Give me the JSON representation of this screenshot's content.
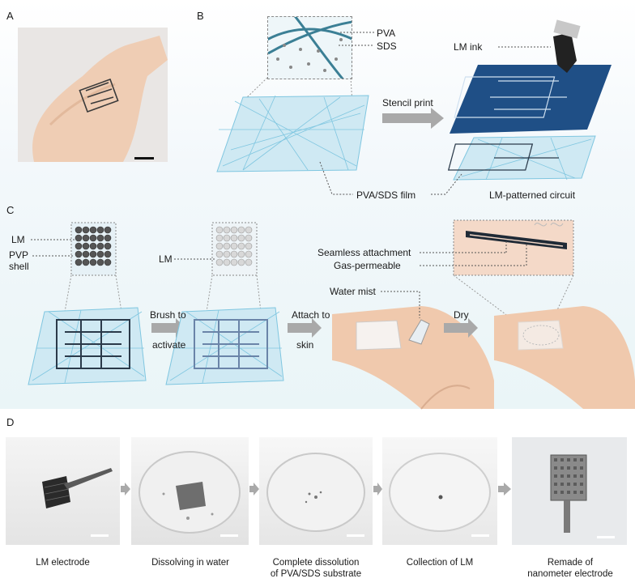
{
  "panels": {
    "a": "A",
    "b": "B",
    "c": "C",
    "d": "D"
  },
  "panel_b": {
    "pva": "PVA",
    "sds": "SDS",
    "lm_ink": "LM ink",
    "stencil_print": "Stencil print",
    "film": "PVA/SDS film",
    "circuit": "LM-patterned circuit"
  },
  "panel_c": {
    "lm_left": "LM",
    "pvp_line1": "PVP",
    "pvp_line2": "shell",
    "lm_mid": "LM",
    "brush_line1": "Brush to",
    "brush_line2": "activate",
    "attach_line1": "Attach to",
    "attach_line2": "skin",
    "seamless": "Seamless attachment",
    "gas": "Gas-permeable",
    "water_mist": "Water mist",
    "dry": "Dry"
  },
  "panel_d": {
    "captions": [
      {
        "line1": "LM electrode",
        "line2": ""
      },
      {
        "line1": "Dissolving in water",
        "line2": ""
      },
      {
        "line1": "Complete dissolution",
        "line2": "of PVA/SDS substrate"
      },
      {
        "line1": "Collection of LM",
        "line2": ""
      },
      {
        "line1": "Remade of",
        "line2": "nanometer electrode"
      }
    ]
  },
  "colors": {
    "fiber": "#7fc6e0",
    "arrow": "#a9a9a9",
    "circuit": "#2b3a4a",
    "skin": "#f0c9ad",
    "ink_sheet": "#1f4f86"
  }
}
